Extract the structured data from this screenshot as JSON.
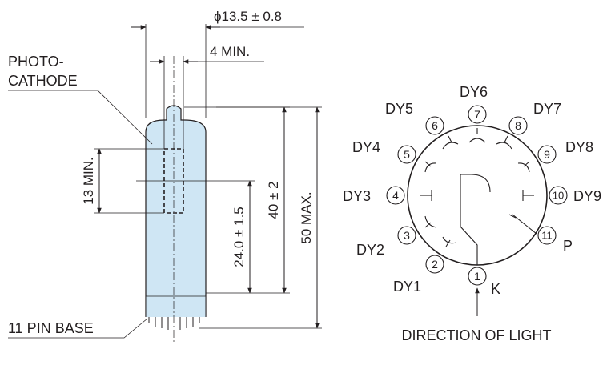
{
  "left_view": {
    "diameter": "ϕ13.5 ± 0.8",
    "window_width": "4 MIN.",
    "photocathode_label_line1": "PHOTO-",
    "photocathode_label_line2": "CATHODE",
    "height_13min": "13 MIN.",
    "height_24": "24.0 ± 1.5",
    "height_40": "40 ± 2",
    "height_50max": "50 MAX.",
    "base_label": "11 PIN BASE"
  },
  "right_view": {
    "pins": [
      {
        "num": "1",
        "label": "K"
      },
      {
        "num": "2",
        "label": "DY1"
      },
      {
        "num": "3",
        "label": "DY2"
      },
      {
        "num": "4",
        "label": "DY3"
      },
      {
        "num": "5",
        "label": "DY4"
      },
      {
        "num": "6",
        "label": "DY5"
      },
      {
        "num": "7",
        "label": "DY6"
      },
      {
        "num": "8",
        "label": "DY7"
      },
      {
        "num": "9",
        "label": "DY8"
      },
      {
        "num": "10",
        "label": "DY9"
      },
      {
        "num": "11",
        "label": "P"
      }
    ],
    "light_direction": "DIRECTION OF LIGHT"
  },
  "colors": {
    "tube_fill": "#cfe6f4",
    "line": "#231f20"
  }
}
